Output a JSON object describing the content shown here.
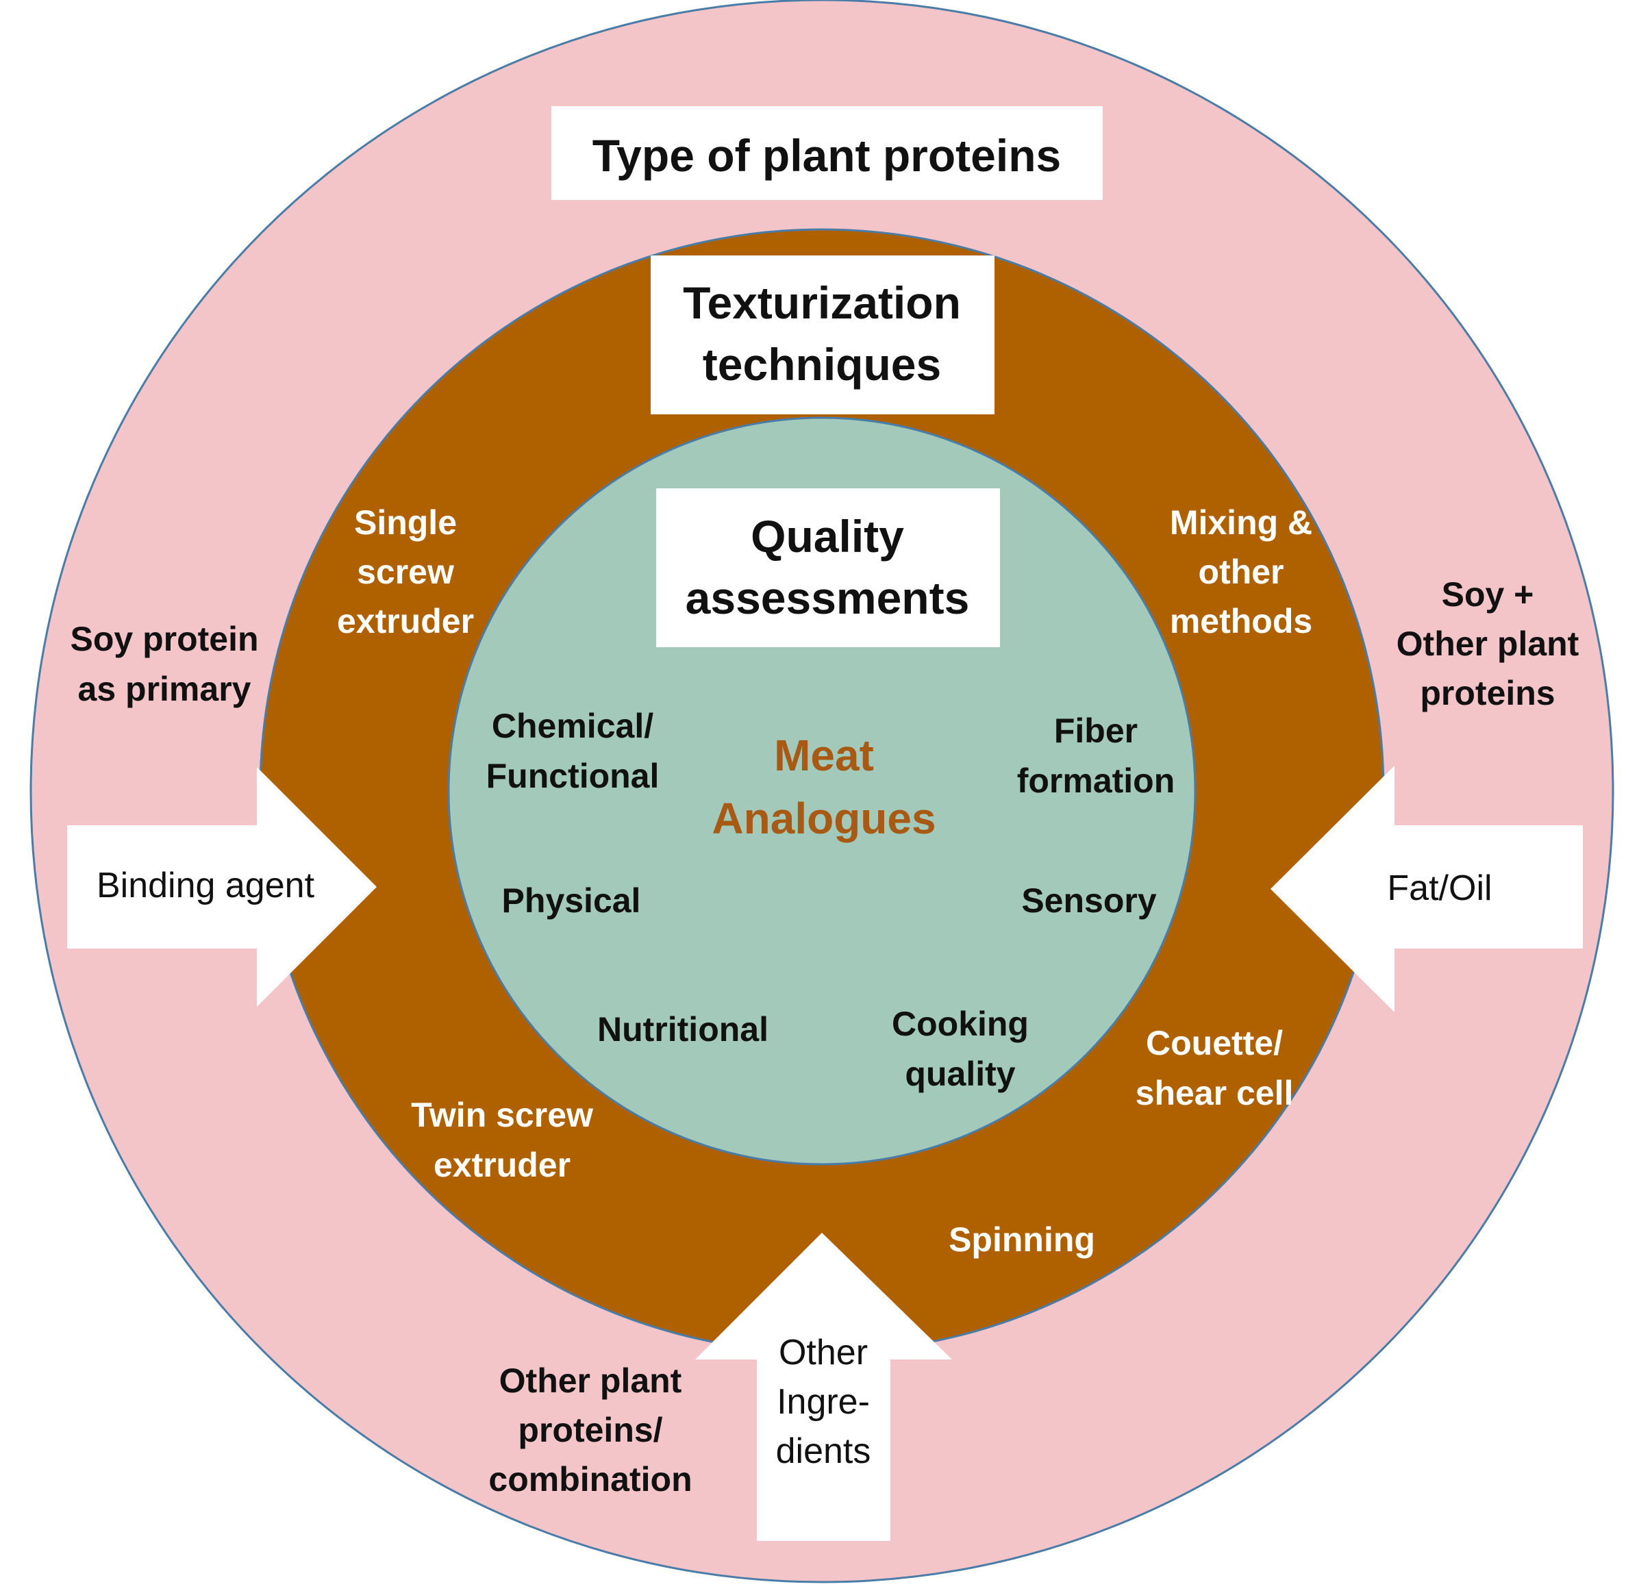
{
  "colors": {
    "outer_ring": "#F4C5C8",
    "middle_ring": "#AF6100",
    "inner_circle": "#A2C9B9",
    "ring_stroke": "#4A7CA8",
    "center_text": "#A85A14",
    "box_fill": "#FFFFFF"
  },
  "rings": {
    "outer": {
      "title": "Type of plant proteins",
      "items": {
        "left": [
          "Soy protein",
          "as primary"
        ],
        "right": [
          "Soy +",
          "Other plant",
          "proteins"
        ],
        "bottom": [
          "Other plant",
          "proteins/",
          "combination"
        ]
      }
    },
    "middle": {
      "title": [
        "Texturization",
        "techniques"
      ],
      "items": {
        "single_screw": [
          "Single",
          "screw",
          "extruder"
        ],
        "mixing": [
          "Mixing &",
          "other",
          "methods"
        ],
        "twin_screw": [
          "Twin screw",
          "extruder"
        ],
        "couette": [
          "Couette/",
          "shear cell"
        ],
        "spinning": [
          "Spinning"
        ]
      }
    },
    "inner": {
      "title": [
        "Quality",
        "assessments"
      ],
      "items": {
        "chemical": [
          "Chemical/",
          "Functional"
        ],
        "fiber": [
          "Fiber",
          "formation"
        ],
        "physical": [
          "Physical"
        ],
        "sensory": [
          "Sensory"
        ],
        "nutritional": [
          "Nutritional"
        ],
        "cooking": [
          "Cooking",
          "quality"
        ]
      }
    }
  },
  "center": [
    "Meat",
    "Analogues"
  ],
  "arrows": {
    "left": [
      "Binding agent"
    ],
    "right": [
      "Fat/Oil"
    ],
    "bottom": [
      "Other",
      "Ingre-",
      "dients"
    ]
  }
}
